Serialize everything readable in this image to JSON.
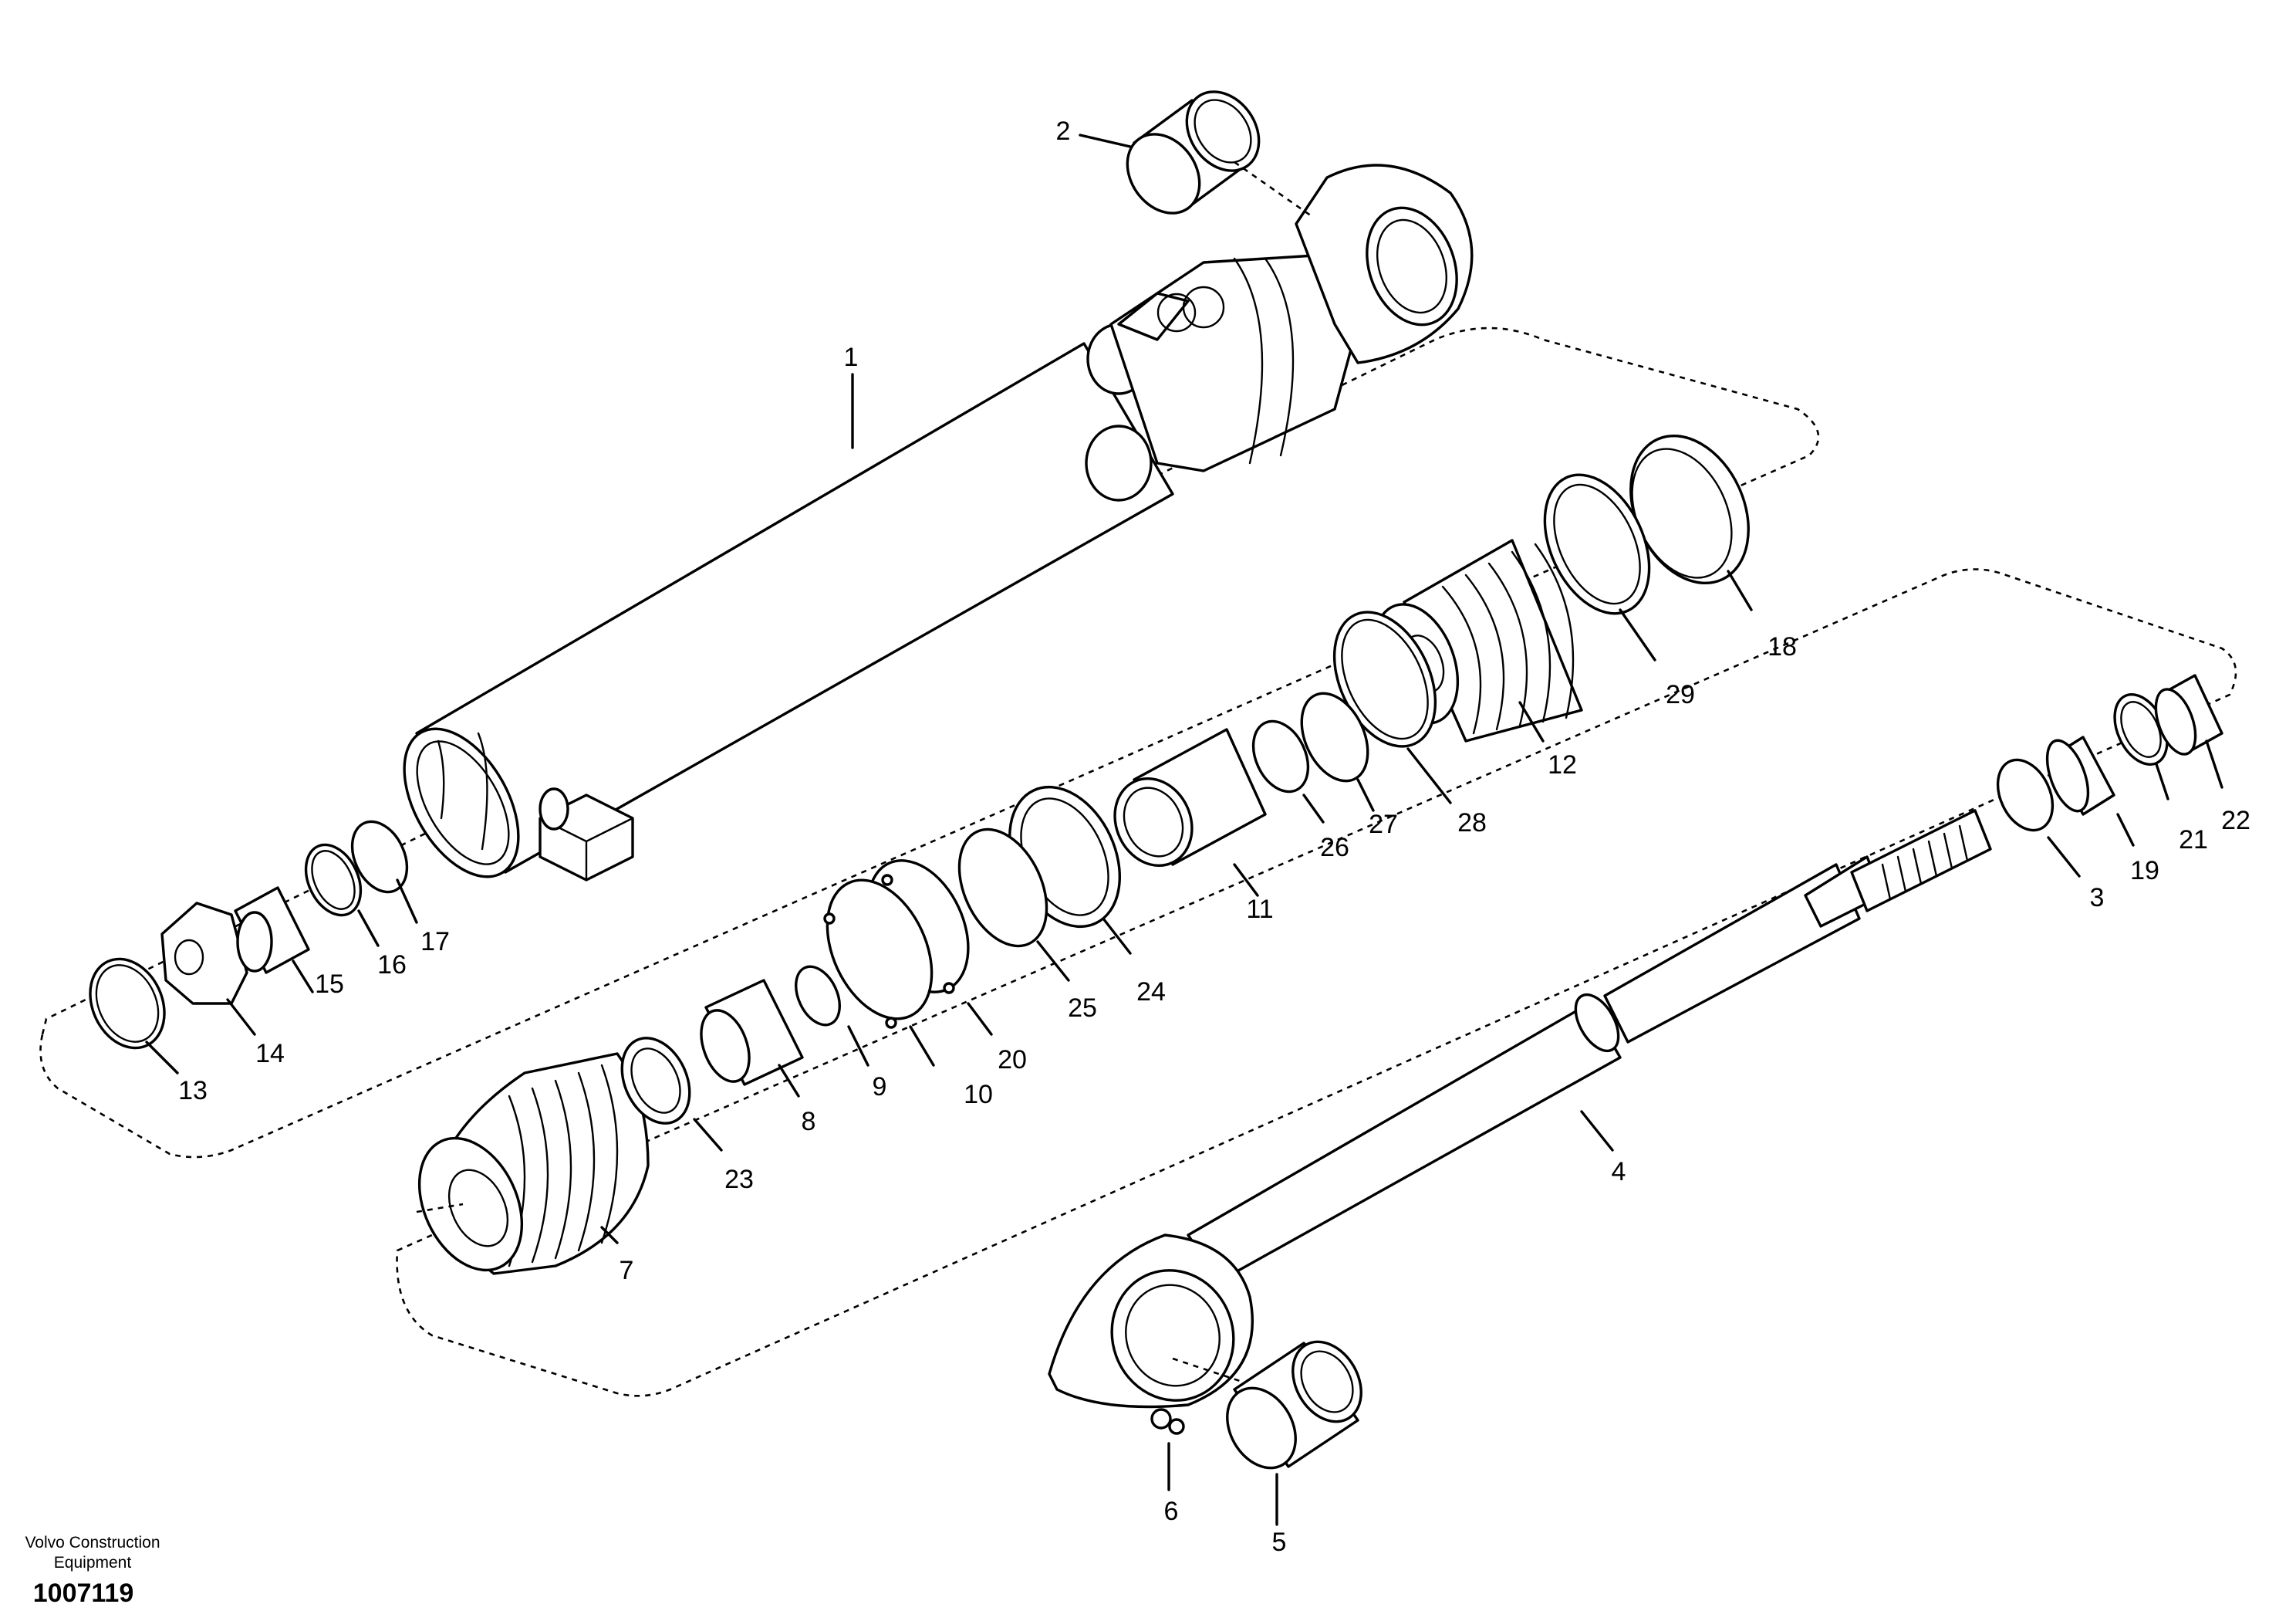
{
  "company": {
    "line1": "Volvo Construction",
    "line2": "Equipment"
  },
  "drawing_number": "1007119",
  "callouts": [
    "1",
    "2",
    "3",
    "4",
    "5",
    "6",
    "7",
    "8",
    "9",
    "10",
    "11",
    "12",
    "13",
    "14",
    "15",
    "16",
    "17",
    "18",
    "19",
    "20",
    "21",
    "22",
    "23",
    "24",
    "25",
    "26",
    "27",
    "28",
    "29"
  ]
}
